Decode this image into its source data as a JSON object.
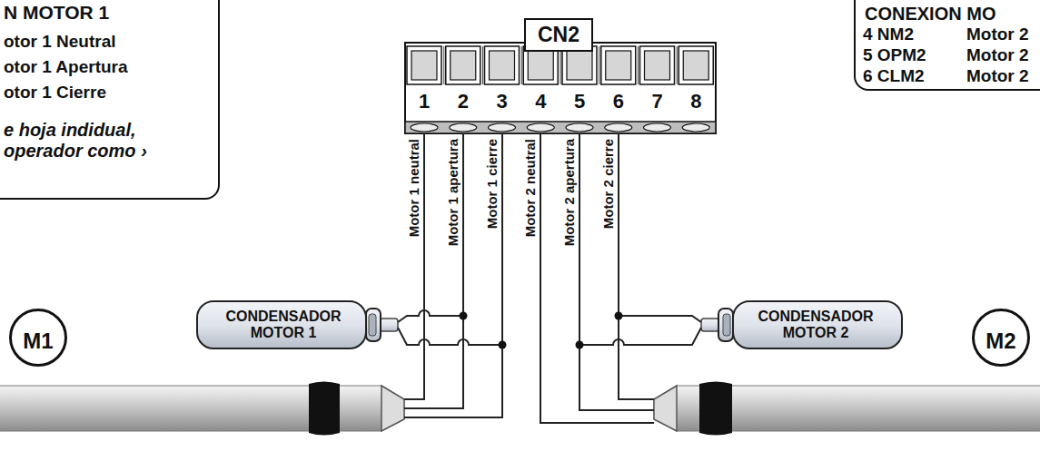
{
  "diagram": {
    "nodes": [
      {
        "text": [
          "N MOTOR 1",
          "otor 1 Neutral",
          "otor 1 Apertura",
          "otor 1 Cierre",
          "e hoja indidual, operador como ›"
        ]
      },
      {
        "text": [
          "CN2"
        ]
      },
      {
        "text": [
          "CONEXION MO",
          "4 NM2",
          "Motor 2",
          "5 OPM2",
          "Motor 2",
          "6 CLM2",
          "Motor 2"
        ]
      },
      {
        "text": [
          "CONDENSADOR MOTOR 1"
        ]
      },
      {
        "text": [
          "CONDENSADOR MOTOR 2"
        ]
      },
      {
        "text": [
          "M1"
        ]
      },
      {
        "text": [
          "M2"
        ]
      }
    ],
    "labels": [
      "1",
      "2",
      "3",
      "4",
      "5",
      "6",
      "7",
      "8",
      "Motor 1 neutral",
      "Motor 1 apertura",
      "Motor 1 cierre",
      "Motor 2 neutral",
      "Motor 2 apertura",
      "Motor 2 cierre"
    ]
  }
}
